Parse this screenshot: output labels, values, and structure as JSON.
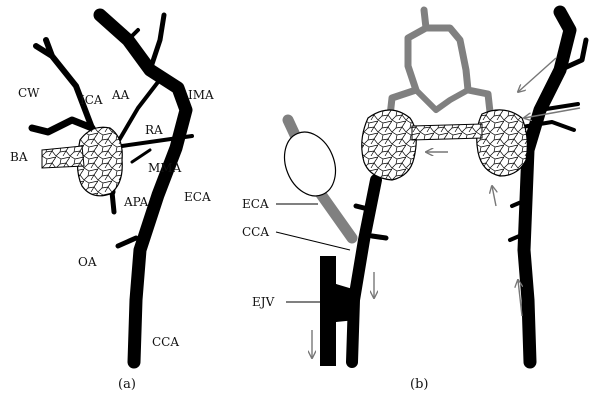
{
  "panel_a": {
    "caption": "(a)",
    "labels": {
      "cw": "CW",
      "ica": "ICA",
      "aa": "AA",
      "ima": "IMA",
      "ra": "RA",
      "ba": "BA",
      "mma": "MMA",
      "apa": "APA",
      "eca": "ECA",
      "oa": "OA",
      "cca": "CCA"
    }
  },
  "panel_b": {
    "caption": "(b)",
    "labels": {
      "eca": "ECA",
      "cca": "CCA",
      "ejv": "EJV"
    }
  },
  "colors": {
    "vessel": "#000000",
    "graft": "#808080",
    "arrow": "#777777",
    "background": "#ffffff"
  }
}
